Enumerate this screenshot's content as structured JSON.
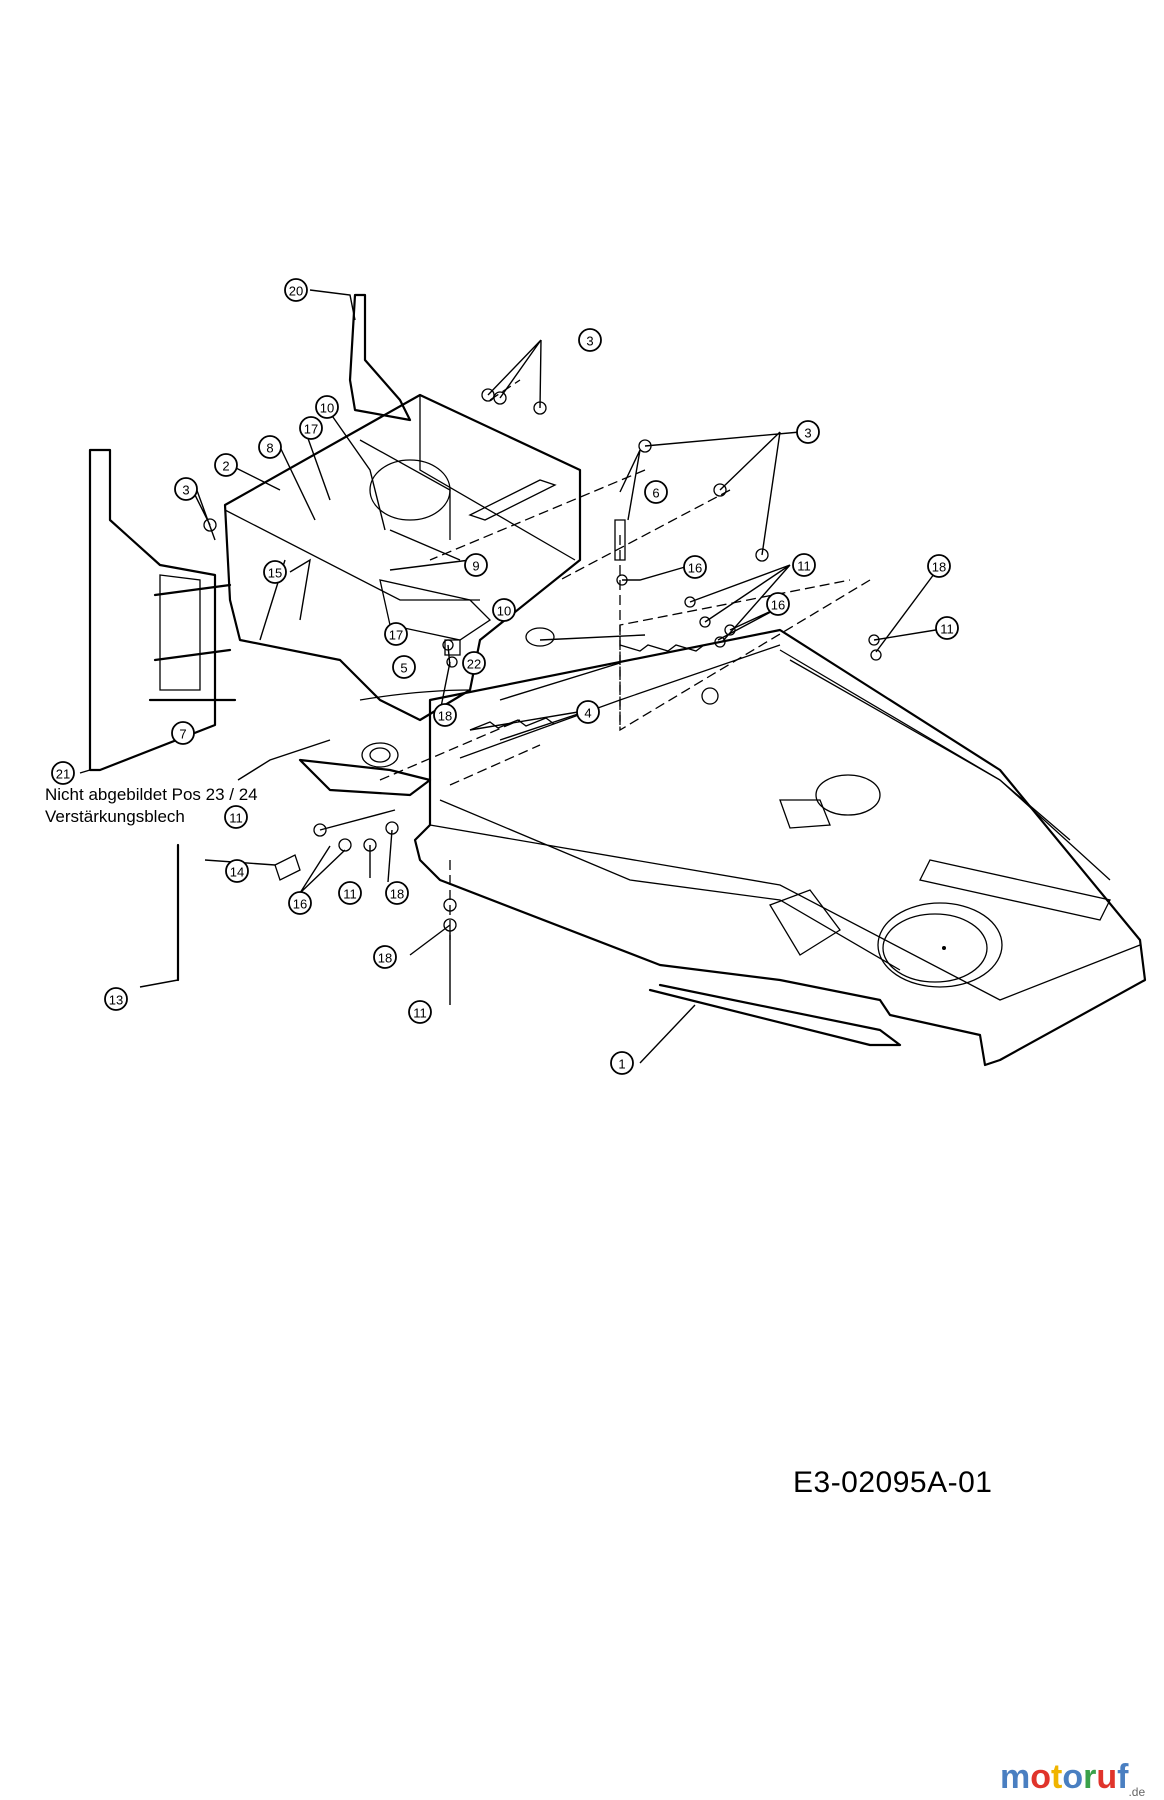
{
  "callouts": [
    "1",
    "2",
    "3",
    "3",
    "3",
    "4",
    "5",
    "6",
    "7",
    "8",
    "9",
    "10",
    "10",
    "11",
    "11",
    "11",
    "11",
    "11",
    "13",
    "14",
    "15",
    "16",
    "16",
    "16",
    "17",
    "17",
    "18",
    "18",
    "18",
    "18",
    "20",
    "21",
    "22"
  ],
  "note": {
    "line1": "Nicht abgebildet Pos 23 / 24",
    "line2": "Verstärkungsblech"
  },
  "drawing_number": "E3-02095A-01",
  "watermark": {
    "text": "motoruf",
    "suffix": ".de",
    "colors": [
      "#4a7fc1",
      "#e0342b",
      "#f0b400",
      "#4a7fc1",
      "#3aa14a",
      "#e0342b",
      "#4a7fc1"
    ]
  }
}
